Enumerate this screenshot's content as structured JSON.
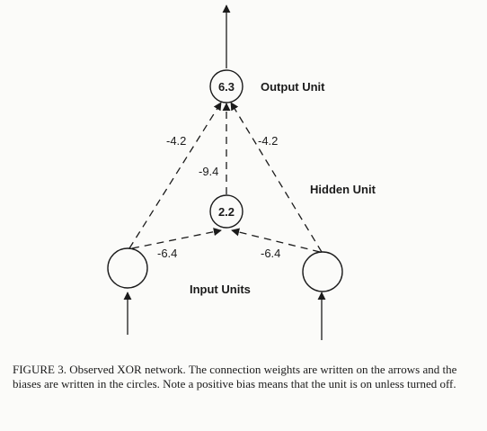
{
  "units": {
    "output": {
      "bias": "6.3",
      "label": "Output Unit"
    },
    "hidden": {
      "bias": "2.2",
      "label": "Hidden Unit"
    },
    "input_left": {
      "bias": ""
    },
    "input_right": {
      "bias": ""
    },
    "input_label": "Input Units"
  },
  "weights": {
    "left_to_output": "-4.2",
    "right_to_output": "-4.2",
    "hidden_to_output": "-9.4",
    "left_to_hidden": "-6.4",
    "right_to_hidden": "-6.4"
  },
  "caption": "FIGURE 3.  Observed XOR network.  The connection weights are written on the arrows and the biases are written in the circles.  Note a positive bias means that the unit is on unless turned off."
}
